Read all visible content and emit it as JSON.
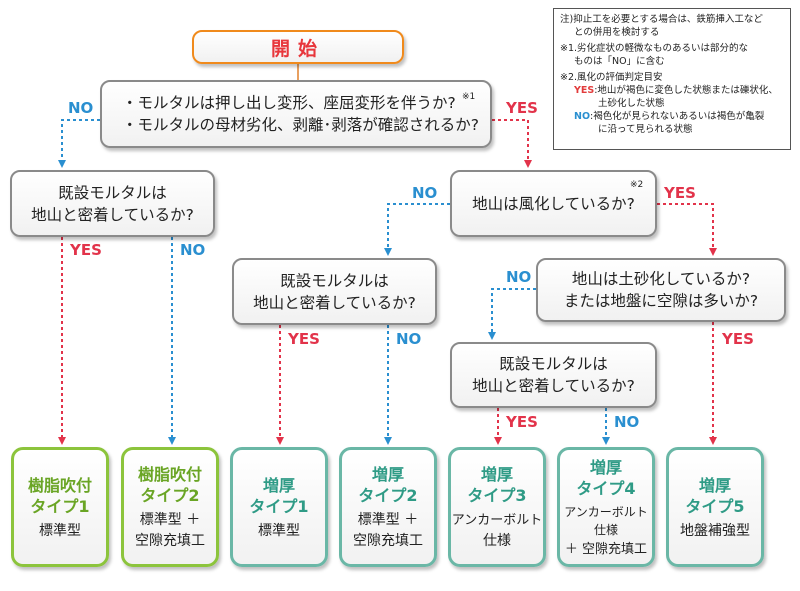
{
  "nodes": {
    "start": "開始",
    "q1_line1": "・モルタルは押し出し変形、座屈変形を伴うか?",
    "q1_line2": "・モルタルの母材劣化、剥離･剥落が確認されるか?",
    "q1_mark": "※1",
    "q2_line1": "既設モルタルは",
    "q2_line2": "地山と密着しているか?",
    "q3": "地山は風化しているか?",
    "q3_mark": "※2",
    "q4_line1": "既設モルタルは",
    "q4_line2": "地山と密着しているか?",
    "q5_line1": "地山は土砂化しているか?",
    "q5_line2": "または地盤に空隙は多いか?",
    "q6_line1": "既設モルタルは",
    "q6_line2": "地山と密着しているか?"
  },
  "labels": {
    "yes": "YES",
    "no": "NO"
  },
  "results": [
    {
      "t1": "樹脂吹付",
      "t2": "タイプ1",
      "d1": "標準型",
      "d2": ""
    },
    {
      "t1": "樹脂吹付",
      "t2": "タイプ2",
      "d1": "標準型 ＋",
      "d2": "空隙充填工"
    },
    {
      "t1": "増厚",
      "t2": "タイプ1",
      "d1": "標準型",
      "d2": ""
    },
    {
      "t1": "増厚",
      "t2": "タイプ2",
      "d1": "標準型 ＋",
      "d2": "空隙充填工"
    },
    {
      "t1": "増厚",
      "t2": "タイプ3",
      "d1": "アンカーボルト",
      "d2": "仕様"
    },
    {
      "t1": "増厚",
      "t2": "タイプ4",
      "d1": "アンカーボルト仕様",
      "d2": "＋ 空隙充填工"
    },
    {
      "t1": "増厚",
      "t2": "タイプ5",
      "d1": "地盤補強型",
      "d2": ""
    }
  ],
  "note": {
    "l1": "注)抑止工を必要とする場合は、鉄筋挿入工など",
    "l2": "との併用を検討する",
    "l3": "※1.劣化症状の軽微なものあるいは部分的な",
    "l4": "ものは「NO」に含む",
    "l5": "※2.風化の評価判定目安",
    "yes_key": "YES",
    "yes_l1": ":地山が褐色に変色した状態または礫状化、",
    "yes_l2": "土砂化した状態",
    "no_key": "NO",
    "no_l1": ":褐色化が見られないあるいは褐色が亀裂",
    "no_l2": "に沿って見られる状態"
  },
  "colors": {
    "yes": "#e2334a",
    "no": "#2a8fd0",
    "start_border": "#f08a1c",
    "green": "#8cc43c",
    "teal": "#6ab7a6"
  }
}
